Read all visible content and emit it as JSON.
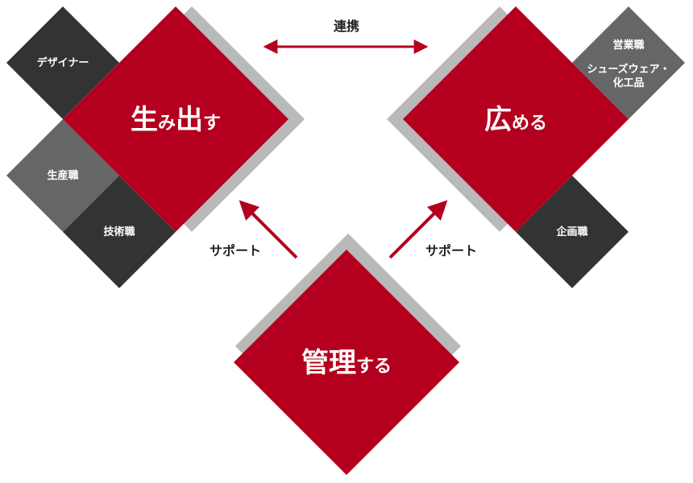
{
  "colors": {
    "hub": "#b4001e",
    "shadow": "#b9b9b9",
    "dark": "#333333",
    "mid": "#666666",
    "arrow": "#b4001e",
    "text_dark": "#222222"
  },
  "hubs": {
    "create": {
      "main": "生み出す",
      "main_large": "生",
      "main_small": "み",
      "main_large2": "出",
      "main_small2": "す"
    },
    "spread": {
      "main_large": "広",
      "main_small": "める"
    },
    "manage": {
      "main_large": "管理",
      "main_small": "する"
    }
  },
  "roles": {
    "designer": "デザイナー",
    "production": "生産職",
    "technical": "技術職",
    "sales": "営業職",
    "shoes_line1": "シューズウェア・",
    "shoes_line2": "化工品",
    "planning": "企画職"
  },
  "connectors": {
    "collaboration": "連携",
    "support_left": "サポート",
    "support_right": "サポート"
  }
}
